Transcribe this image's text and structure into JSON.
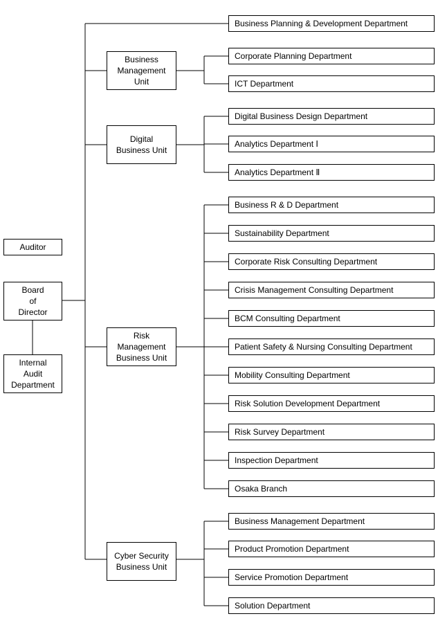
{
  "left": {
    "auditor": "Auditor",
    "board": "Board\nof\nDirector",
    "internal_audit": "Internal\nAudit\nDepartment"
  },
  "top_department": "Business Planning & Development Department",
  "units": [
    {
      "name": "Business\nManagement\nUnit",
      "departments": [
        "Corporate Planning Department",
        "ICT Department"
      ]
    },
    {
      "name": "Digital\nBusiness Unit",
      "departments": [
        "Digital Business Design Department",
        "Analytics Department Ⅰ",
        "Analytics Department Ⅱ"
      ]
    },
    {
      "name": "Risk\nManagement\nBusiness Unit",
      "departments": [
        "Business R & D Department",
        "Sustainability Department",
        "Corporate Risk Consulting Department",
        "Crisis Management Consulting Department",
        "BCM Consulting Department",
        "Patient Safety & Nursing Consulting Department",
        "Mobility Consulting Department",
        "Risk Solution Development Department",
        "Risk Survey Department",
        "Inspection Department",
        "Osaka Branch"
      ]
    },
    {
      "name": "Cyber Security\nBusiness Unit",
      "departments": [
        "Business Management Department",
        "Product Promotion Department",
        "Service Promotion Department",
        "Solution Department"
      ]
    }
  ]
}
